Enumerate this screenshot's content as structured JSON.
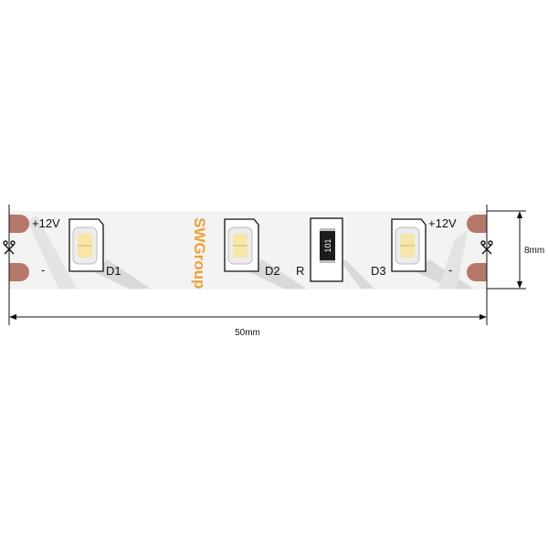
{
  "strip": {
    "labels": {
      "plus_left": "+12V",
      "minus_left": "-",
      "d1": "D1",
      "d2": "D2",
      "r": "R",
      "d3": "D3",
      "plus_right": "+12V",
      "minus_right": "-"
    },
    "resistor_code": "101",
    "logo_text": "SWGroup"
  },
  "dimensions": {
    "length": "50mm",
    "width": "8mm"
  },
  "colors": {
    "strip": "#f3f3f3",
    "shadow": "#d9d9d9",
    "pad": "#b5776a",
    "led_body": "#ececec",
    "led_yellow": "#f6e6a8",
    "resistor": "#1c1c1c",
    "logo": "#f0a030",
    "line": "#111111"
  },
  "icons": [
    "cut-mark-icon",
    "led-icon",
    "resistor-icon"
  ]
}
